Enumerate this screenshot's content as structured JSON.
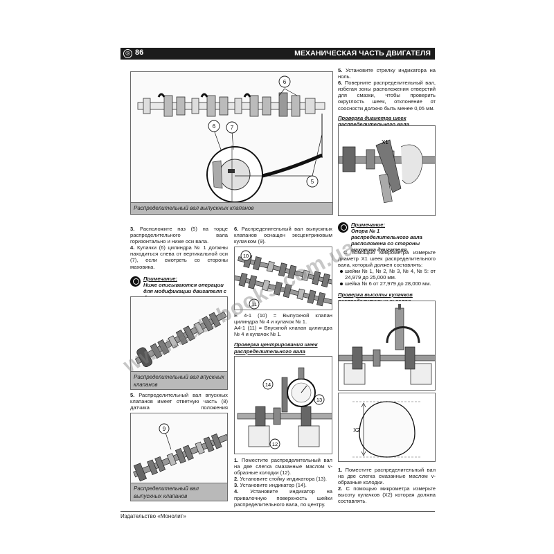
{
  "header": {
    "page_number": "86",
    "section_title": "МЕХАНИЧЕСКАЯ ЧАСТЬ ДВИГАТЕЛЯ"
  },
  "watermark": "www.autobooks.com.ua",
  "footer": {
    "publisher": "Издательство «Монолит»"
  },
  "figures": {
    "fig1": {
      "caption": "Распределительный вал выпускных клапанов",
      "callouts": [
        "6",
        "6",
        "7",
        "5"
      ]
    },
    "fig2": {
      "caption": "Распределительный вал впускных клапанов"
    },
    "fig3": {
      "caption": "Распределительный вал выпускных клапанов",
      "callouts": [
        "9"
      ]
    },
    "fig4": {
      "callouts": [
        "10",
        "11"
      ]
    },
    "fig5": {
      "callouts": [
        "14",
        "13",
        "12"
      ]
    },
    "fig6": {
      "callouts": [
        "X1"
      ]
    },
    "fig8": {
      "callouts": [
        "X2"
      ]
    }
  },
  "left": {
    "p3_num": "3.",
    "p3_text": "Расположите паз (5) на торце распределительного вала горизонтально и ниже оси вала.",
    "p4_num": "4.",
    "p4_text": "Кулачки (6) цилиндра № 1 должны находиться слева от вертикальной оси (7), если смотреть со стороны маховика.",
    "note_label": "Примечание:",
    "note_text": "Ниже описываются операции для модификации двигателя с фазорегулятором распределительного вала.",
    "p5_num": "5.",
    "p5_text": "Распределительный вал впускных клапанов имеет ответную часть (8) датчика положения распределительного вала."
  },
  "middle": {
    "p6_num": "6.",
    "p6_text": "Распределительный вал выпускных клапанов оснащен эксцентриковым кулачком (9).",
    "e41": "Е 4-1 (10) = Выпускной клапан цилиндра № 4 и кулачок № 1.",
    "a41": "А4-1 (11) = Впускной клапан цилиндра № 4 и кулачок № 1.",
    "sub_center": "Проверка центрирования шеек распределительного вала",
    "s1_num": "1.",
    "s1_text": "Поместите распределительный вал на две слегка смазанные маслом v-образные колодки (12).",
    "s2_num": "2.",
    "s2_text": "Установите стойку индикатора (13).",
    "s3_num": "3.",
    "s3_text": "Установите индикатор (14).",
    "s4_num": "4.",
    "s4_text": "Установите индикатор на привалочную поверхность шейки распределительного вала, по центру."
  },
  "right": {
    "r5_num": "5.",
    "r5_text": "Установите стрелку индикатора на ноль.",
    "r6_num": "6.",
    "r6_text": "Поверните распределительный вал, избегая зоны расположения отверстий для смазки, чтобы проверить округлость шеек, отклонение от соосности должно быть менее 0,05 мм.",
    "sub_diam": "Проверка диаметра шеек распределительного вала",
    "note_label": "Примечание:",
    "note_text": "Опора № 1 распределительного вала расположена со стороны маховика двигателя.",
    "micro_text": "С помощью микрометра измерьте диаметр X1 шеек распределительного вала, который должен составлять:",
    "b1": "шейки № 1, № 2, № 3, № 4, № 5: от 24,979 до 25,000 мм.",
    "b2": "шейка № 6 от 27,979 до 28,000 мм.",
    "sub_cam": "Проверка высоты кулачков распределительных валов",
    "c1_num": "1.",
    "c1_text": "Поместите распределительный вал на две слегка смазанные маслом v-образные колодки.",
    "c2_num": "2.",
    "c2_text": "С помощью микрометра измерьте высоту кулачков (X2) которая должна составлять."
  },
  "colors": {
    "header_bg": "#1c1c1c",
    "caption_bg": "#b9b9b9",
    "watermark": "#828282"
  }
}
